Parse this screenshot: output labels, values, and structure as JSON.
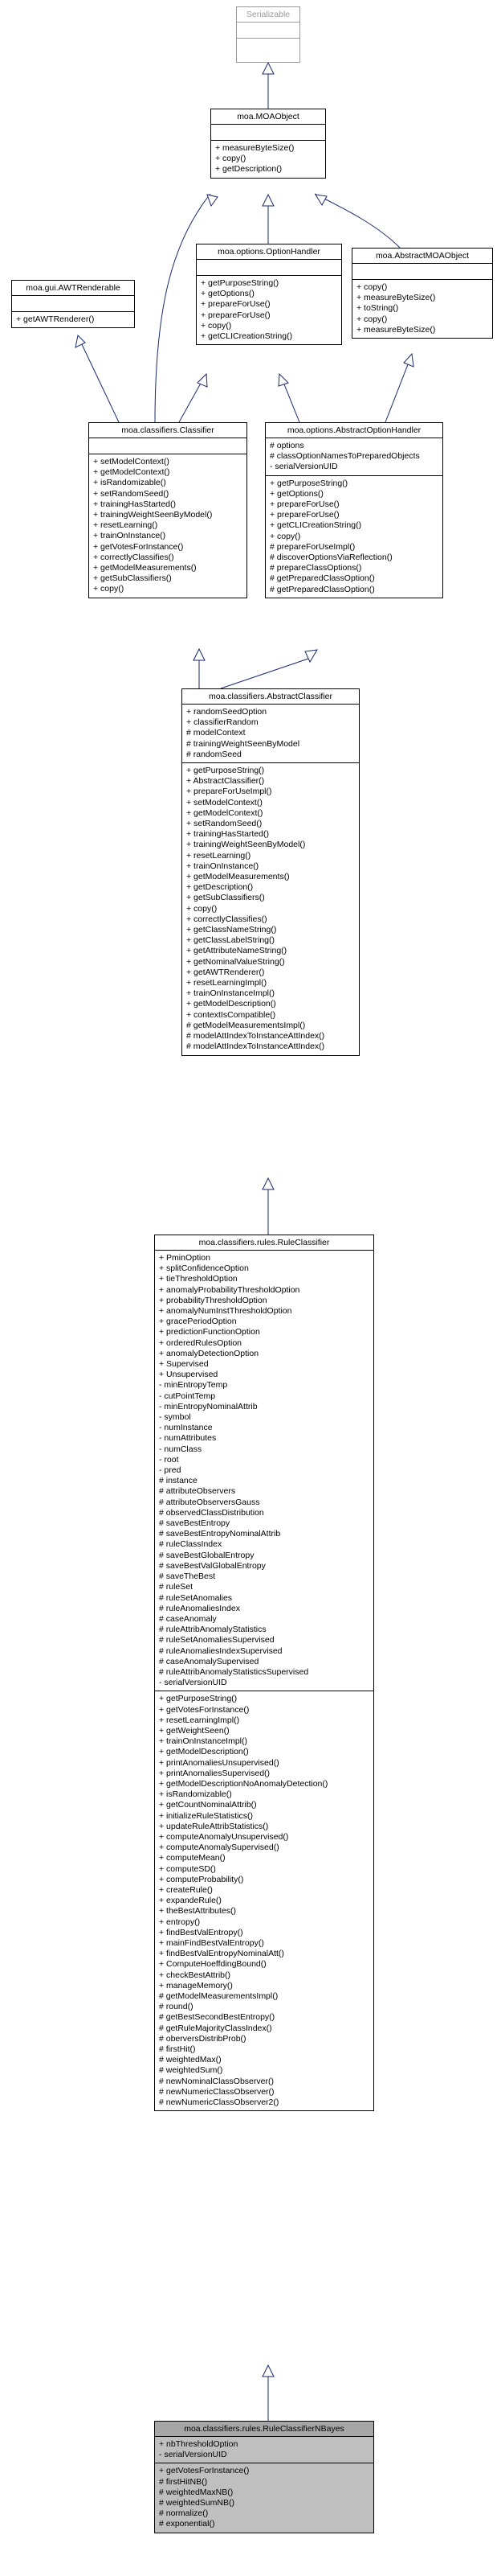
{
  "classes": {
    "serializable": {
      "name": "Serializable",
      "attributes": [],
      "methods": []
    },
    "moa_object": {
      "name": "moa.MOAObject",
      "attributes": [],
      "methods": [
        "+ measureByteSize()",
        "+ copy()",
        "+ getDescription()"
      ]
    },
    "awt_renderable": {
      "name": "moa.gui.AWTRenderable",
      "attributes": [],
      "methods": [
        "+ getAWTRenderer()"
      ]
    },
    "option_handler": {
      "name": "moa.options.OptionHandler",
      "attributes": [],
      "methods": [
        "+ getPurposeString()",
        "+ getOptions()",
        "+ prepareForUse()",
        "+ prepareForUse()",
        "+ copy()",
        "+ getCLICreationString()"
      ]
    },
    "abstract_moa_object": {
      "name": "moa.AbstractMOAObject",
      "attributes": [],
      "methods": [
        "+ copy()",
        "+ measureByteSize()",
        "+ toString()",
        "+ copy()",
        "+ measureByteSize()"
      ]
    },
    "classifier": {
      "name": "moa.classifiers.Classifier",
      "attributes": [],
      "methods": [
        "+ setModelContext()",
        "+ getModelContext()",
        "+ isRandomizable()",
        "+ setRandomSeed()",
        "+ trainingHasStarted()",
        "+ trainingWeightSeenByModel()",
        "+ resetLearning()",
        "+ trainOnInstance()",
        "+ getVotesForInstance()",
        "+ correctlyClassifies()",
        "+ getModelMeasurements()",
        "+ getSubClassifiers()",
        "+ copy()"
      ]
    },
    "abstract_option_handler": {
      "name": "moa.options.AbstractOptionHandler",
      "attributes": [
        "# options",
        "# classOptionNamesToPreparedObjects",
        "- serialVersionUID"
      ],
      "methods": [
        "+ getPurposeString()",
        "+ getOptions()",
        "+ prepareForUse()",
        "+ prepareForUse()",
        "+ getCLICreationString()",
        "+ copy()",
        "# prepareForUseImpl()",
        "# discoverOptionsViaReflection()",
        "# prepareClassOptions()",
        "# getPreparedClassOption()",
        "# getPreparedClassOption()"
      ]
    },
    "abstract_classifier": {
      "name": "moa.classifiers.AbstractClassifier",
      "attributes": [
        "+ randomSeedOption",
        "+ classifierRandom",
        "# modelContext",
        "# trainingWeightSeenByModel",
        "# randomSeed"
      ],
      "methods": [
        "+ getPurposeString()",
        "+ AbstractClassifier()",
        "+ prepareForUseImpl()",
        "+ setModelContext()",
        "+ getModelContext()",
        "+ setRandomSeed()",
        "+ trainingHasStarted()",
        "+ trainingWeightSeenByModel()",
        "+ resetLearning()",
        "+ trainOnInstance()",
        "+ getModelMeasurements()",
        "+ getDescription()",
        "+ getSubClassifiers()",
        "+ copy()",
        "+ correctlyClassifies()",
        "+ getClassNameString()",
        "+ getClassLabelString()",
        "+ getAttributeNameString()",
        "+ getNominalValueString()",
        "+ getAWTRenderer()",
        "+ resetLearningImpl()",
        "+ trainOnInstanceImpl()",
        "+ getModelDescription()",
        "+ contextIsCompatible()",
        "# getModelMeasurementsImpl()",
        "# modelAttIndexToInstanceAttIndex()",
        "# modelAttIndexToInstanceAttIndex()"
      ]
    },
    "rule_classifier": {
      "name": "moa.classifiers.rules.RuleClassifier",
      "attributes": [
        "+ PminOption",
        "+ splitConfidenceOption",
        "+ tieThresholdOption",
        "+ anomalyProbabilityThresholdOption",
        "+ probabilityThresholdOption",
        "+ anomalyNumInstThresholdOption",
        "+ gracePeriodOption",
        "+ predictionFunctionOption",
        "+ orderedRulesOption",
        "+ anomalyDetectionOption",
        "+ Supervised",
        "+ Unsupervised",
        "- minEntropyTemp",
        "- cutPointTemp",
        "- minEntropyNominalAttrib",
        "- symbol",
        "- numInstance",
        "- numAttributes",
        "- numClass",
        "- root",
        "- pred",
        "# instance",
        "# attributeObservers",
        "# attributeObserversGauss",
        "# observedClassDistribution",
        "# saveBestEntropy",
        "# saveBestEntropyNominalAttrib",
        "# ruleClassIndex",
        "# saveBestGlobalEntropy",
        "# saveBestValGlobalEntropy",
        "# saveTheBest",
        "# ruleSet",
        "# ruleSetAnomalies",
        "# ruleAnomaliesIndex",
        "# caseAnomaly",
        "# ruleAttribAnomalyStatistics",
        "# ruleSetAnomaliesSupervised",
        "# ruleAnomaliesIndexSupervised",
        "# caseAnomalySupervised",
        "# ruleAttribAnomalyStatisticsSupervised",
        "- serialVersionUID"
      ],
      "methods": [
        "+ getPurposeString()",
        "+ getVotesForInstance()",
        "+ resetLearningImpl()",
        "+ getWeightSeen()",
        "+ trainOnInstanceImpl()",
        "+ getModelDescription()",
        "+ printAnomaliesUnsupervised()",
        "+ printAnomaliesSupervised()",
        "+ getModelDescriptionNoAnomalyDetection()",
        "+ isRandomizable()",
        "+ getCountNominalAttrib()",
        "+ initializeRuleStatistics()",
        "+ updateRuleAttribStatistics()",
        "+ computeAnomalyUnsupervised()",
        "+ computeAnomalySupervised()",
        "+ computeMean()",
        "+ computeSD()",
        "+ computeProbability()",
        "+ createRule()",
        "+ expandeRule()",
        "+ theBestAttributes()",
        "+ entropy()",
        "+ findBestValEntropy()",
        "+ mainFindBestValEntropy()",
        "+ findBestValEntropyNominalAtt()",
        "+ ComputeHoeffdingBound()",
        "+ checkBestAttrib()",
        "+ manageMemory()",
        "# getModelMeasurementsImpl()",
        "# round()",
        "# getBestSecondBestEntropy()",
        "# getRuleMajorityClassIndex()",
        "# oberversDistribProb()",
        "# firstHit()",
        "# weightedMax()",
        "# weightedSum()",
        "# newNominalClassObserver()",
        "# newNumericClassObserver()",
        "# newNumericClassObserver2()"
      ]
    },
    "rule_classifier_nbayes": {
      "name": "moa.classifiers.rules.RuleClassifierNBayes",
      "attributes": [
        "+ nbThresholdOption",
        "- serialVersionUID"
      ],
      "methods": [
        "+ getVotesForInstance()",
        "# firstHitNB()",
        "# weightedMaxNB()",
        "# weightedSumNB()",
        "# normalize()",
        "# exponential()"
      ]
    }
  }
}
